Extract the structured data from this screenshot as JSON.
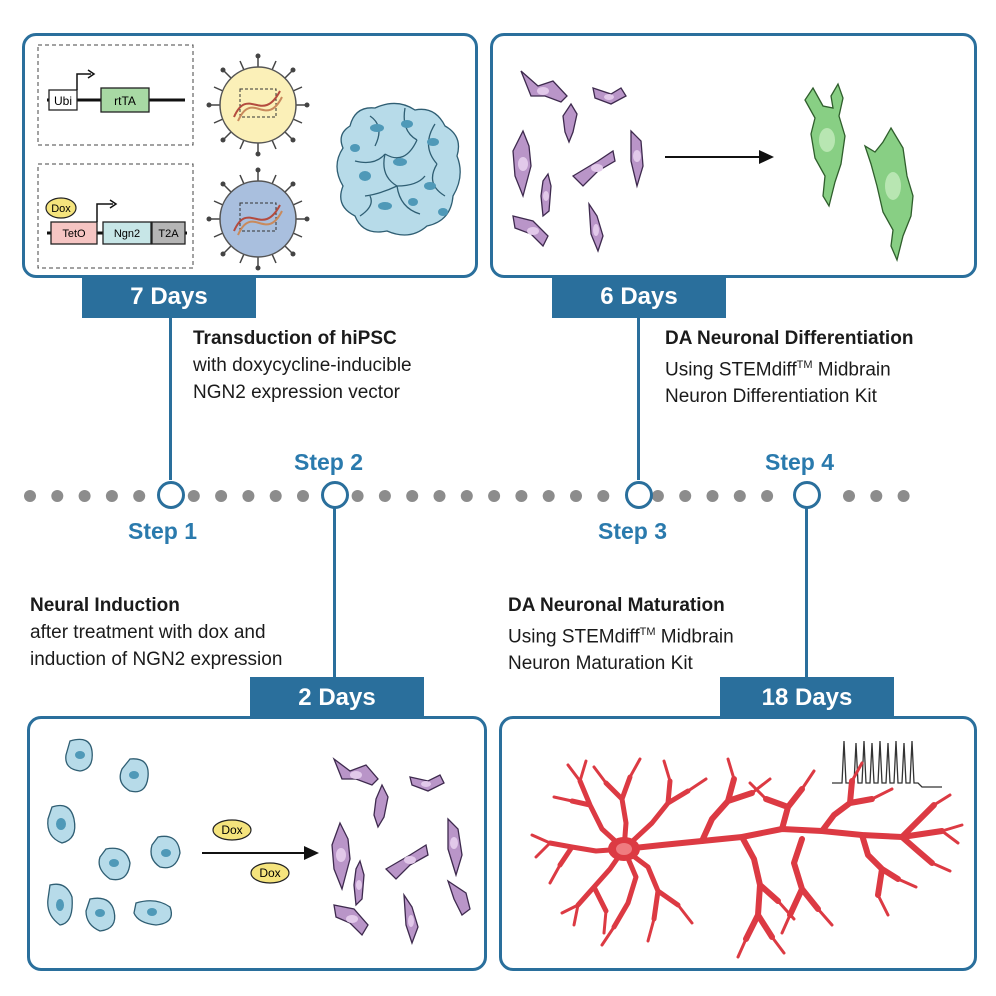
{
  "steps": [
    {
      "label": "Step 1",
      "days": "7 Days",
      "title": "Transduction of hiPSC",
      "line1": "with doxycycline-inducible",
      "line2": "NGN2 expression vector"
    },
    {
      "label": "Step 2",
      "days": "2 Days",
      "title": "Neural Induction",
      "line1": "after treatment with dox and",
      "line2": "induction of NGN2 expression"
    },
    {
      "label": "Step 3",
      "days": "6 Days",
      "title": "DA Neuronal Differentiation",
      "line1a": "Using STEMdiff",
      "sup": "TM",
      "line1b": " Midbrain",
      "line2": "Neuron Differentiation Kit"
    },
    {
      "label": "Step 4",
      "days": "18 Days",
      "title": "DA Neuronal Maturation",
      "line1a": "Using STEMdiff",
      "sup": "TM",
      "line1b": " Midbrain",
      "line2": "Neuron Maturation Kit"
    }
  ],
  "constructs": {
    "top": {
      "promoter": "Ubi",
      "gene": "rtTA"
    },
    "bottom": {
      "inducer": "Dox",
      "promoter": "TetO",
      "gene": "Ngn2",
      "tag": "T2A"
    }
  },
  "dox_labels": [
    "Dox",
    "Dox"
  ],
  "colors": {
    "accent": "#2a6f9c",
    "step_text": "#2a7aad",
    "timeline_dot": "#8c8c8c",
    "ipsc_cell": "#b7dbe9",
    "ipsc_nucleus": "#4f99b8",
    "purple_cell": "#b995c8",
    "green_neuron": "#88cf84",
    "red_neuron": "#dc3a43",
    "dox_bubble": "#f5e47d"
  }
}
